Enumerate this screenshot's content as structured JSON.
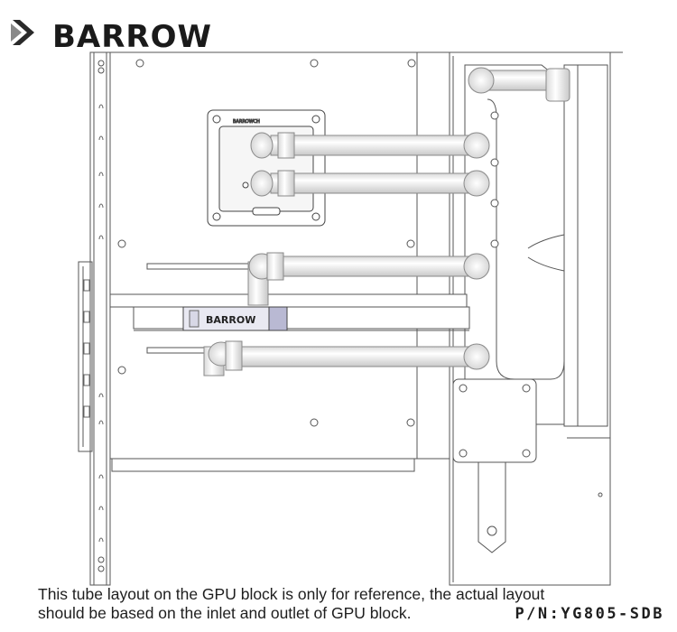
{
  "brand": {
    "name": "BARROW",
    "logo_icon": "chevron-arrow-icon"
  },
  "block_logo": {
    "name": "BARROW",
    "small_label": "BARROWCH"
  },
  "caption": {
    "line1": "This tube layout on the GPU block is only for reference, the actual layout",
    "line2": "should be based on the inlet and outlet of GPU block."
  },
  "part_number": "P/N:YG805-SDB",
  "colors": {
    "line": "#555555",
    "tube": "#f2f2f2",
    "tube_edge": "#8a8a8a",
    "chip": "#cfcfe0",
    "text": "#1e1e1e"
  }
}
